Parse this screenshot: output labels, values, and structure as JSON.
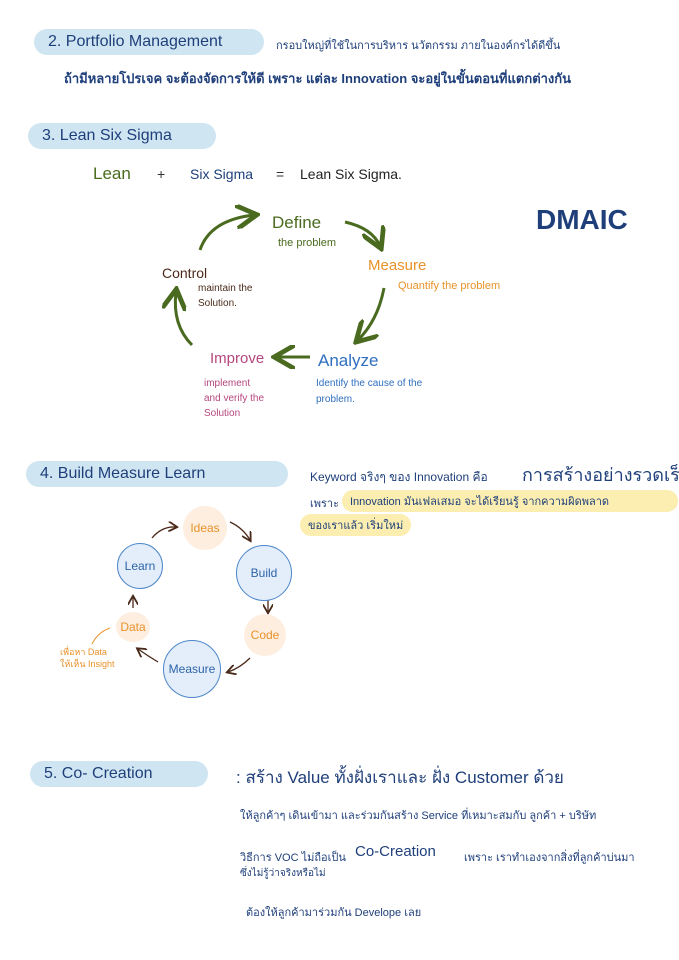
{
  "section2": {
    "heading": "2. Portfolio   Management",
    "desc": "กรอบใหญ่ที่ใช้ในการบริหาร นวัตกรรม ภายในองค์กรได้ดีขึ้น",
    "note": "ถ้ามีหลายโปรเจค จะต้องจัดการให้ดี  เพราะ แต่ละ Innovation จะอยู่ในขั้นตอนที่แตกต่างกัน"
  },
  "section3": {
    "heading": "3. Lean  Six  Sigma",
    "eq_lean": "Lean",
    "eq_plus": "+",
    "eq_six": "Six Sigma",
    "eq_equals": "=",
    "eq_result": "Lean Six Sigma.",
    "dmaic": "DMAIC",
    "steps": [
      {
        "title": "Define",
        "desc": "the problem"
      },
      {
        "title": "Measure",
        "desc": "Quantify the problem"
      },
      {
        "title": "Analyze",
        "desc": "Identify the cause of the problem."
      },
      {
        "title": "Improve",
        "desc": "implement and verify the Solution"
      },
      {
        "title": "Control",
        "desc": "maintain the Solution."
      }
    ]
  },
  "section4": {
    "heading": "4. Build   Measure   Learn",
    "keyword_prefix": "Keyword จริงๆ ของ Innovation คือ",
    "keyword_main": "การสร้างอย่างรวดเร็ว",
    "reason_prefix": "เพราะ",
    "reason_hl1": "Innovation มันเฟลเสมอ  จะได้เรียนรู้ จากความผิดพลาด",
    "reason_hl2": "ของเราแล้ว เริ่มใหม่",
    "nodes": {
      "ideas": "Ideas",
      "build": "Build",
      "code": "Code",
      "measure": "Measure",
      "data": "Data",
      "learn": "Learn"
    },
    "data_note": "เพื่อหา Data ให้เห็น Insight"
  },
  "section5": {
    "heading": "5. Co- Creation",
    "summary": ":  สร้าง Value ทั้งฝั่งเราและ ฝั่ง Customer ด้วย",
    "line1": "ให้ลูกค้าๆ เดินเข้ามา และร่วมกันสร้าง Service ที่เหมาะสมกับ ลูกค้า + บริษัท",
    "line2a": "วิธีการ VOC ไม่ถือเป็น",
    "line2b": "Co-Creation",
    "line2c": "เพราะ เราทำเองจากสิ่งที่ลูกค้าบ่นมา",
    "line2d": "ซึ่งไม่รู้ว่าจริงหรือไม่",
    "line3": "ต้องให้ลูกค้ามาร่วมกัน  Develope  เลย"
  },
  "colors": {
    "navy": "#1f3f7a",
    "pill": "#cfe5f2",
    "green": "#4a6b1f",
    "orange": "#e8922a",
    "blue": "#2f6fc0",
    "pink": "#b5477f",
    "brown": "#4a2a1a",
    "highlight": "#fbeeb0"
  }
}
